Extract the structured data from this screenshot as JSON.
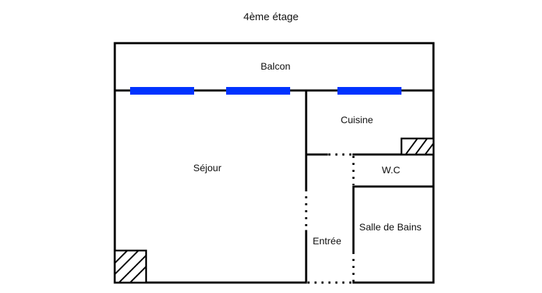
{
  "plan": {
    "title": "4ème étage",
    "rooms": {
      "balcon": "Balcon",
      "cuisine": "Cuisine",
      "sejour": "Séjour",
      "wc": "W.C",
      "salle_de_bains": "Salle de Bains",
      "entree": "Entrée"
    },
    "colors": {
      "wall": "#000000",
      "window": "#0033ff",
      "background": "#ffffff"
    }
  }
}
